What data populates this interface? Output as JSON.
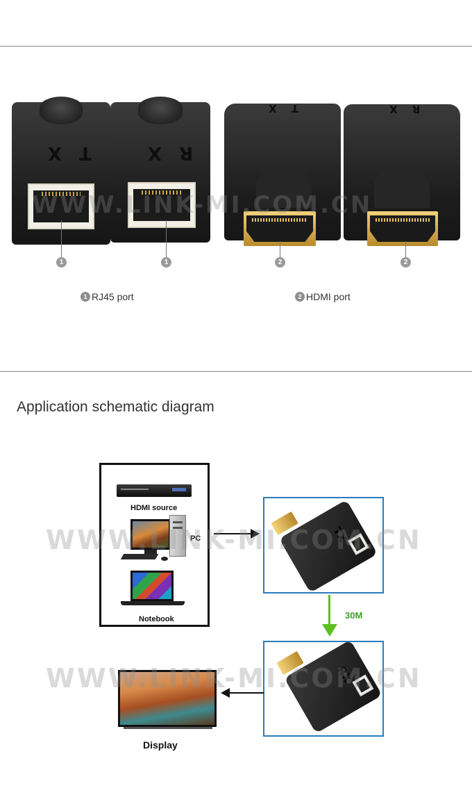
{
  "products": {
    "tx_rj45_label": "T X",
    "rx_rj45_label": "R X",
    "tx_hdmi_label": "T X",
    "rx_hdmi_label": "R X",
    "markers": [
      "1",
      "1",
      "2",
      "2"
    ]
  },
  "captions": {
    "rj45": {
      "number": "1",
      "text": "RJ45 port"
    },
    "hdmi": {
      "number": "2",
      "text": "HDMI port"
    }
  },
  "watermark": "WWW.LINK-MI.COM.CN",
  "schematic": {
    "title": "Application schematic diagram",
    "sources": {
      "hdmi_source_label": "HDMI source",
      "pc_label": "PC",
      "notebook_label": "Notebook"
    },
    "transmitter_label": "TX",
    "receiver_label": "RX",
    "distance_label": "30M",
    "display_label": "Display"
  },
  "colors": {
    "frame_blue": "#2a7bc0",
    "arrow_green": "#5bbf1f",
    "distance_green": "#3fa02a"
  }
}
